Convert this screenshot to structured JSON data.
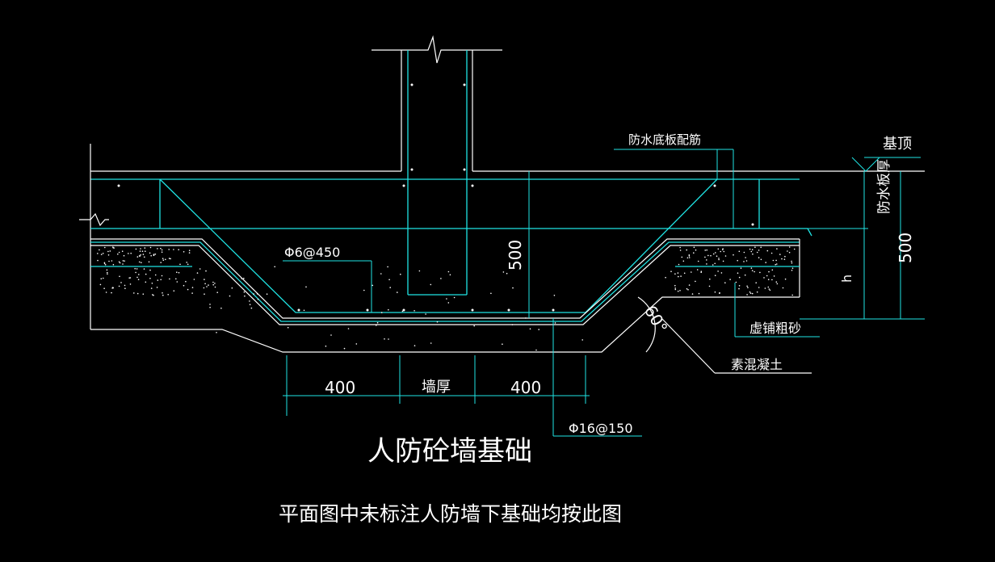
{
  "drawing": {
    "title": "人防砼墙基础",
    "note": "平面图中未标注人防墙下基础均按此图",
    "labels": {
      "bottom_slab_rebar": "防水底板配筋",
      "foundation_top": "基顶",
      "slab_thickness": "防水板厚",
      "h": "h",
      "dim_500_right": "500",
      "dim_500_center": "500",
      "rebar_phi6": "Φ6@450",
      "rebar_phi16": "Φ16@150",
      "angle": "60°",
      "coarse_sand": "虚铺粗砂",
      "plain_concrete": "素混凝土",
      "dim_left_400": "400",
      "dim_wall_thickness": "墙厚",
      "dim_right_400": "400"
    },
    "colors": {
      "background": "#000000",
      "line_cyan": "#1fe3e3",
      "line_white": "#ffffff"
    }
  }
}
